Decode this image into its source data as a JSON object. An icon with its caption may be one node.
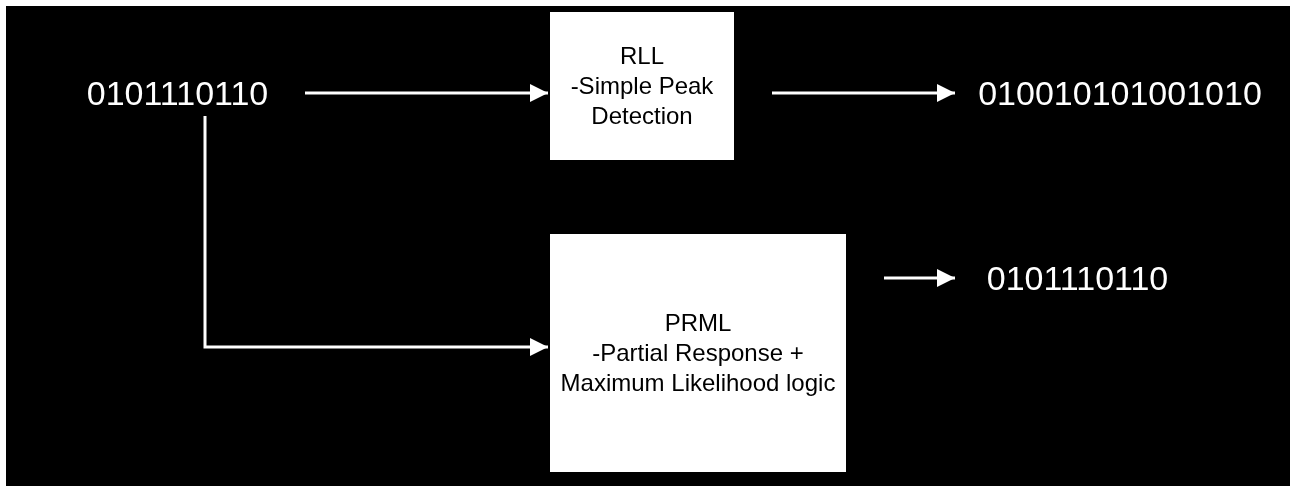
{
  "diagram": {
    "nodes": [
      {
        "text": [
          "0101110110"
        ]
      },
      {
        "text": [
          "RLL",
          "-Simple Peak Detection"
        ]
      },
      {
        "text": [
          "010010101001010"
        ]
      },
      {
        "text": [
          "PRML",
          "-Partial Response + Maximum Likelihood logic"
        ]
      },
      {
        "text": [
          "0101110110"
        ]
      }
    ],
    "edges": [
      {
        "from": 0,
        "to": 1,
        "arrow": "to"
      },
      {
        "from": 1,
        "to": 2,
        "arrow": "to"
      },
      {
        "from": 0,
        "to": 3,
        "arrow": "to"
      },
      {
        "from": 3,
        "to": 4,
        "arrow": "to"
      }
    ]
  }
}
